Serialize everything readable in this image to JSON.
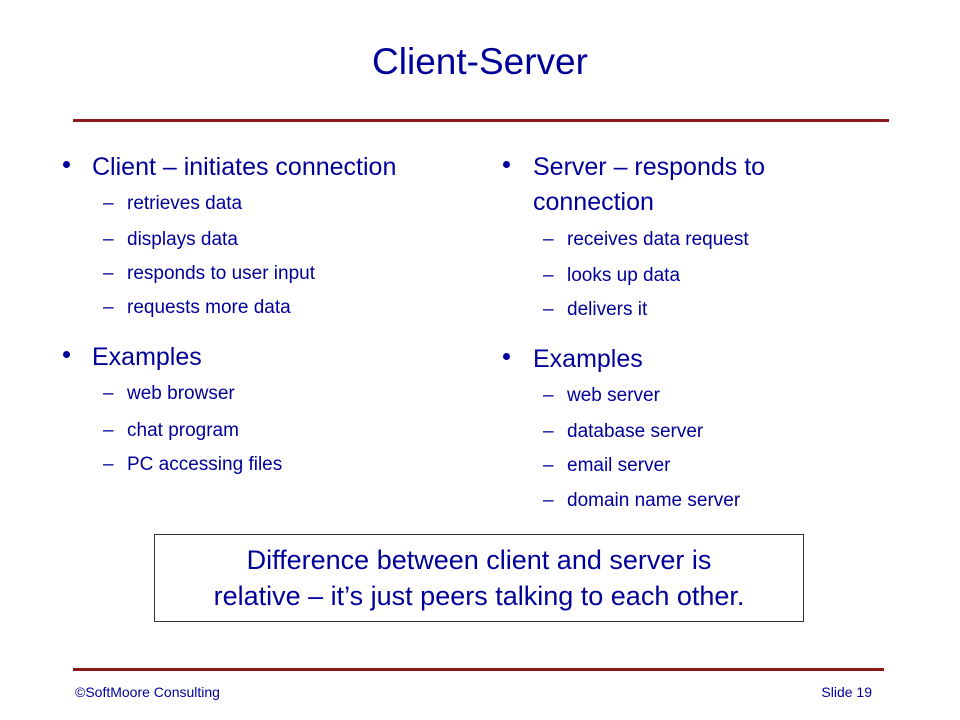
{
  "slide": {
    "title": "Client-Server"
  },
  "left": {
    "bullets": [
      {
        "text": "Client – initiates connection",
        "subs": [
          "retrieves data",
          "displays data",
          "responds to user input",
          "requests more data"
        ]
      },
      {
        "text": "Examples",
        "subs": [
          "web browser",
          "chat program",
          "PC accessing files"
        ]
      }
    ]
  },
  "right": {
    "bullets": [
      {
        "text_lines": [
          "Server – responds to",
          "connection"
        ],
        "subs": [
          "receives data request",
          "looks up data",
          "delivers it"
        ]
      },
      {
        "text": "Examples",
        "subs": [
          "web server",
          "database server",
          "email server",
          "domain name server"
        ]
      }
    ]
  },
  "callout": {
    "lines": [
      "Difference between client and server is",
      "relative – it’s just peers talking to each other."
    ]
  },
  "footer": {
    "left": "©SoftMoore Consulting",
    "right": "Slide 19"
  },
  "colors": {
    "text": "#000099",
    "rule": "#8b1a1a"
  },
  "dash": "–"
}
